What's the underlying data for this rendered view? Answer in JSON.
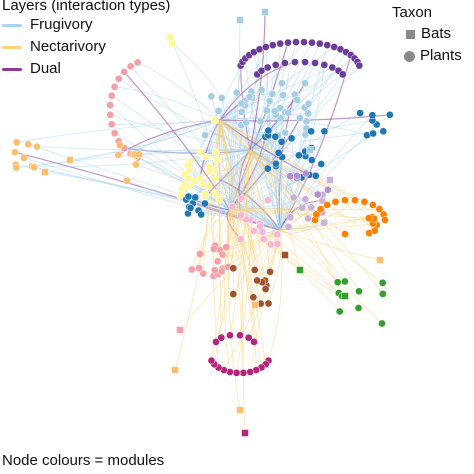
{
  "legend_layers": {
    "title": "Layers (interaction types)",
    "items": [
      {
        "label": "Frugivory",
        "color": "#a8d4ee"
      },
      {
        "label": "Nectarivory",
        "color": "#fcd27a"
      },
      {
        "label": "Dual",
        "color": "#8e3a9b"
      }
    ]
  },
  "legend_taxon": {
    "title": "Taxon",
    "items": [
      {
        "label": "Bats",
        "shape": "square"
      },
      {
        "label": "Plants",
        "shape": "circle"
      }
    ]
  },
  "footnote": "Node colours = modules",
  "module_colors": {
    "purple": "#6a3d9a",
    "violet": "#b08fce",
    "salmon": "#f4a0a6",
    "orange_light": "#fdbf6f",
    "yellow": "#fff79a",
    "light_blue": "#a6cee3",
    "blue": "#1f78b4",
    "pink": "#f7b6d2",
    "orange": "#ff7f00",
    "green": "#33a02c",
    "brown": "#a0522d",
    "magenta": "#b5267a",
    "lilac": "#cab2d6"
  },
  "edge_colors": {
    "frugivory": "#a8d4ee",
    "nectarivory": "#fcd27a",
    "dual": "#8e3a9b"
  }
}
